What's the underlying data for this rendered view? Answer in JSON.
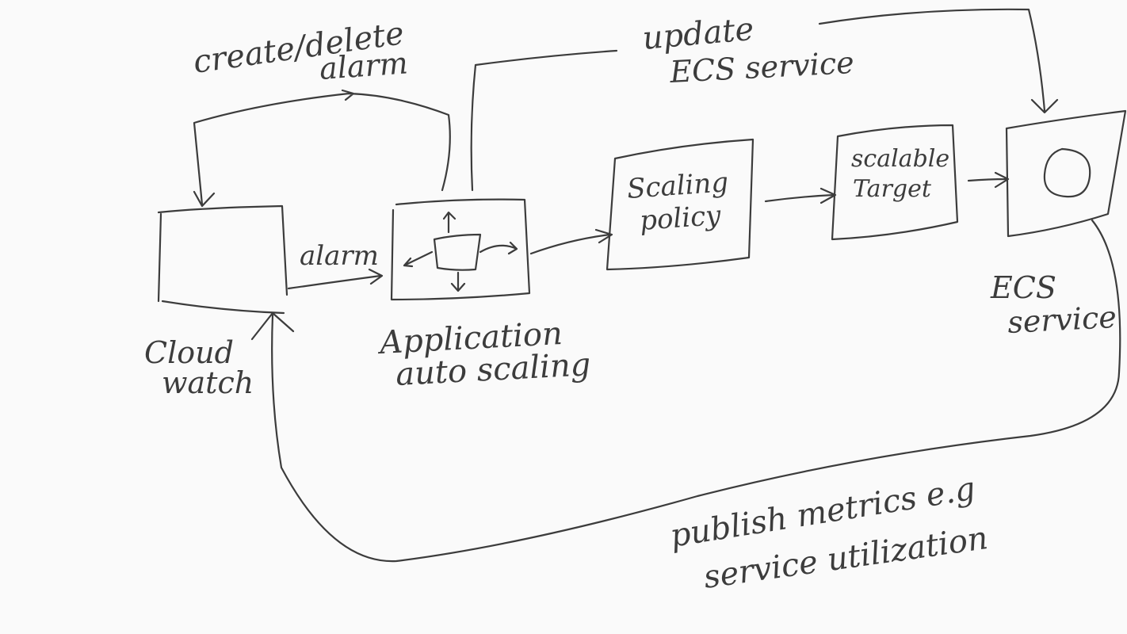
{
  "diagram": {
    "labels": {
      "create_delete": "create/delete",
      "alarm_top": "alarm",
      "update": "update",
      "ecs_service_top": "ECS service",
      "alarm_arrow": "alarm",
      "cloudwatch_1": "Cloud",
      "cloudwatch_2": "watch",
      "app_1": "Application",
      "app_2": "auto scaling",
      "policy_1": "Scaling",
      "policy_2": "policy",
      "target_1": "scalable",
      "target_2": "Target",
      "ecs_1": "ECS",
      "ecs_2": "service",
      "publish_1": "publish metrics  e.g",
      "publish_2": "service utilization"
    }
  }
}
